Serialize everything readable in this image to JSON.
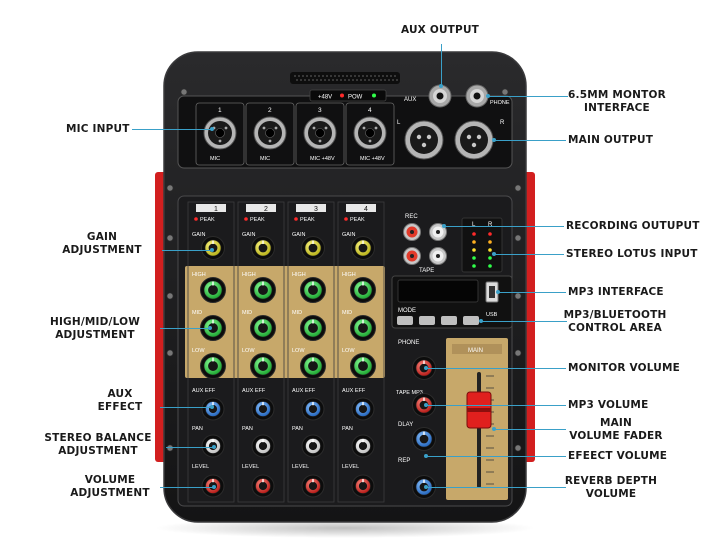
{
  "labels": {
    "aux_output": "AUX OUTPUT",
    "monitor_interface_1": "6.5MM MONTOR",
    "monitor_interface_2": "INTERFACE",
    "mic_input": "MIC INPUT",
    "main_output": "MAIN OUTPUT",
    "recording_output": "RECORDING OUTUPUT",
    "gain_1": "GAIN",
    "gain_2": "ADJUSTMENT",
    "stereo_lotus": "STEREO LOTUS INPUT",
    "mp3_interface": "MP3 INTERFACE",
    "hml_1": "HIGH/MID/LOW",
    "hml_2": "ADJUSTMENT",
    "mp3_bt_1": "MP3/BLUETOOTH",
    "mp3_bt_2": "CONTROL AREA",
    "monitor_volume": "MONITOR VOLUME",
    "aux_effect_1": "AUX",
    "aux_effect_2": "EFFECT",
    "mp3_volume": "MP3 VOLUME",
    "main_fader_1": "MAIN",
    "main_fader_2": "VOLUME FADER",
    "stereo_balance_1": "STEREO BALANCE",
    "stereo_balance_2": "ADJUSTMENT",
    "effect_volume": "EFEECT VOLUME",
    "volume_adj_1": "VOLUME",
    "volume_adj_2": "ADJUSTMENT",
    "reverb_1": "REVERB DEPTH",
    "reverb_2": "VOLUME"
  },
  "device": {
    "channels": [
      "1",
      "2",
      "3",
      "4"
    ],
    "mic_labels": [
      "MIC",
      "MIC",
      "MIC +48V",
      "MIC +48V"
    ],
    "peak": "PEAK",
    "gain": "GAIN",
    "high": "HIGH",
    "mid": "MID",
    "low": "LOW",
    "aux_eff": "AUX EFF",
    "pan": "PAN",
    "level": "LEVEL",
    "phantom": "+48V",
    "pow": "POW",
    "aux": "AUX",
    "phone": "PHONE",
    "rec": "REC",
    "tape": "TAPE",
    "mode": "MODE",
    "usb": "USB",
    "main": "MAIN",
    "tape_mp3": "TAPE MP3",
    "dlay": "DLAY",
    "rep": "REP",
    "out_l": "L",
    "out_r": "R"
  },
  "colors": {
    "panel": "#1b1b1d",
    "gold": "#c7a86a",
    "red_side": "#d21f1f",
    "knob_yellow": "#d9d21f",
    "knob_green": "#2ecc40",
    "knob_blue": "#2f7fdc",
    "knob_white": "#f2f2f2",
    "knob_red": "#e0201e",
    "leader": "#3aa0c8"
  }
}
